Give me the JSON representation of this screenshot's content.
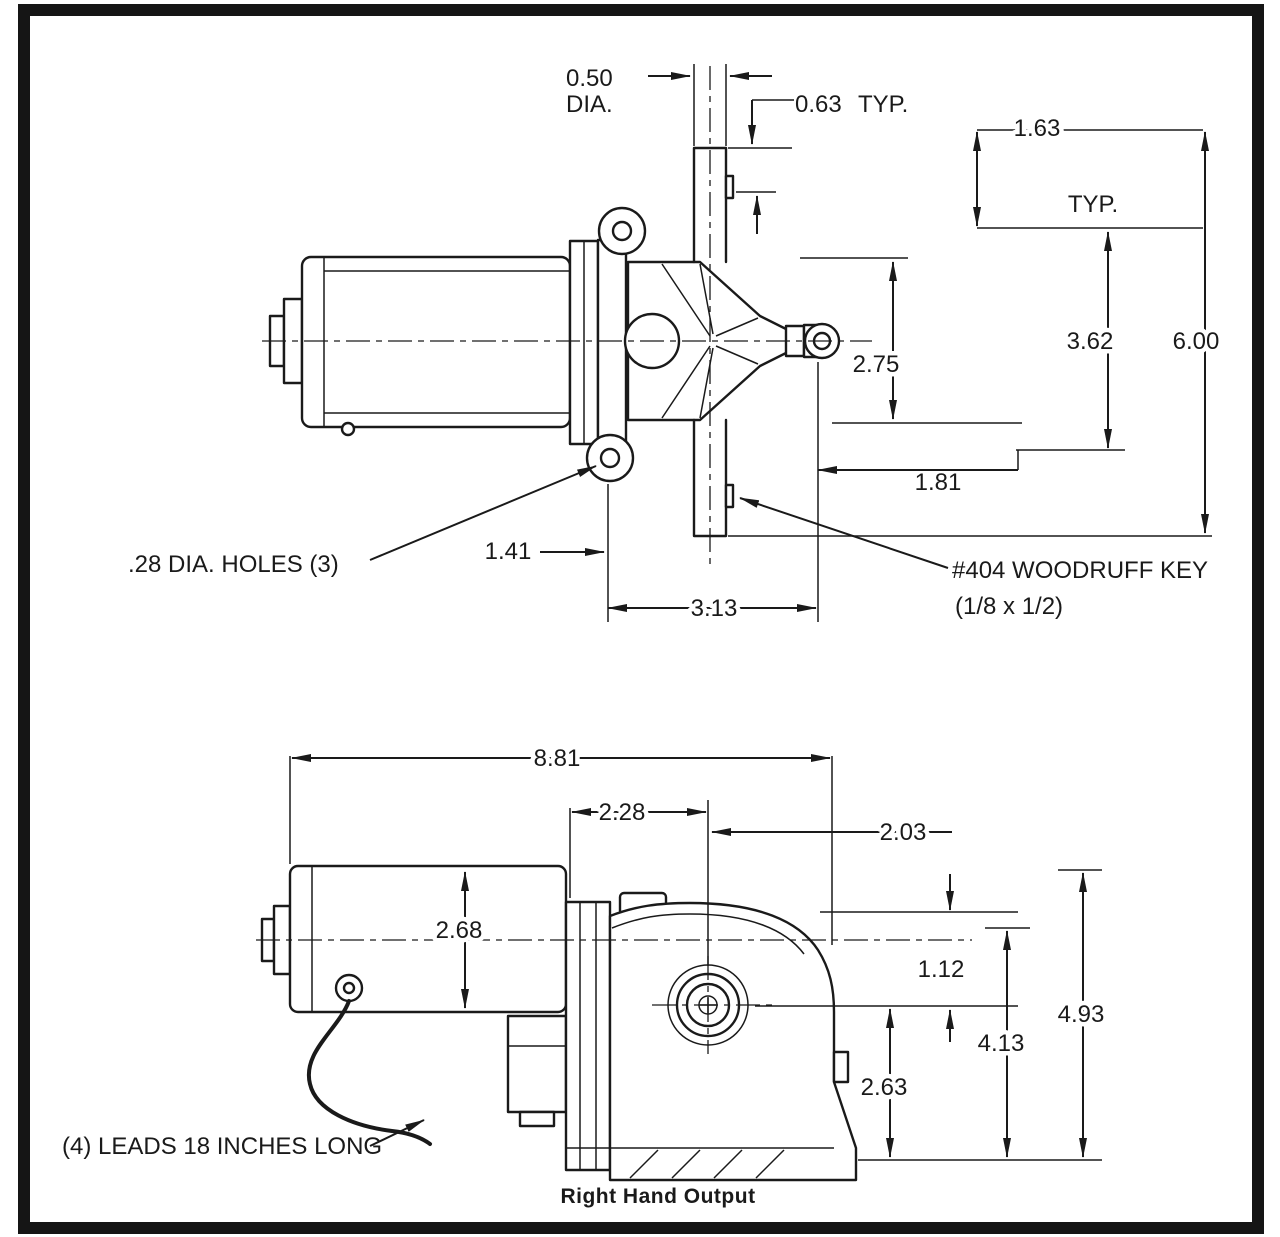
{
  "drawing": {
    "colors": {
      "line": "#1a1a1a",
      "background": "#ffffff"
    },
    "top_view": {
      "dia_value": "0.50",
      "dia_label": "DIA.",
      "key_to_end": "0.63",
      "typ_top": "TYP.",
      "flange_offset": "1.63",
      "typ_mid": "TYP.",
      "hole_span": "3.62",
      "shaft_length": "6.00",
      "body_width": "2.75",
      "offset_1_81": "1.81",
      "offset_1_41": "1.41",
      "shaft_to_clevis": "3.13",
      "holes_note": ".28 DIA. HOLES (3)",
      "woodruff_note_1": "#404 WOODRUFF KEY",
      "woodruff_note_2": "(1/8 x 1/2)"
    },
    "side_view": {
      "overall_length": "8.81",
      "gearbox_offset": "2.28",
      "output_offset": "2.03",
      "motor_dia": "2.68",
      "top_to_center": "1.12",
      "height_4_13": "4.13",
      "overall_height": "4.93",
      "center_to_base": "2.63",
      "leads_note": "(4) LEADS 18 INCHES LONG",
      "caption": "Right Hand Output"
    }
  }
}
